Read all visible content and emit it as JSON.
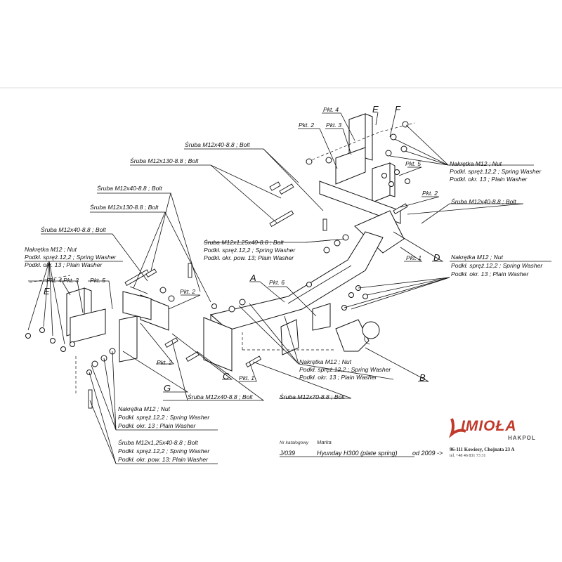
{
  "letters": {
    "A": "A",
    "B": "B",
    "C": "C",
    "D": "D",
    "E": "E",
    "F": "F",
    "G": "G"
  },
  "labels": {
    "pkt1": "Pkt. 1",
    "pkt2": "Pkt. 2",
    "pkt3": "Pkt. 3",
    "pkt4": "Pkt. 4",
    "pkt5": "Pkt. 5",
    "pkt6": "Pkt. 6",
    "bolt_m12x40": "Śruba M12x40-8.8 ;  Bolt",
    "bolt_m12x130": "Śruba M12x130-8.8 ;  Bolt",
    "bolt_m12x70": "Śruba M12x70-8.8 ;  Bolt",
    "nut": "Nakrętka  M12 ; Nut",
    "spring_washer": "Podkł. spręż.12,2 ; Spring Washer",
    "plain_washer": "Podkł. okr. 13 ; Plain Washer",
    "bolt_m12x125": "Śruba M12x1,25x40-8.8 ;  Bolt",
    "plain_washer_pow": "Podkł. okr. pow. 13; Plain Washer"
  },
  "footer": {
    "nr_katalogowy": "Nr katalogowy",
    "marka": "Marka",
    "catalog_no": "J/039",
    "model": "Hyunday H300 (plate spring)",
    "since": "od  2009 ->"
  },
  "brand": {
    "logo_text": "IMIOŁA",
    "sub_text": "HAKPOL",
    "address": "96-111 Kowiesy, Chojnata 23 A",
    "phone": "tel. +48 46 831 73 31",
    "color": "#c0392b"
  }
}
